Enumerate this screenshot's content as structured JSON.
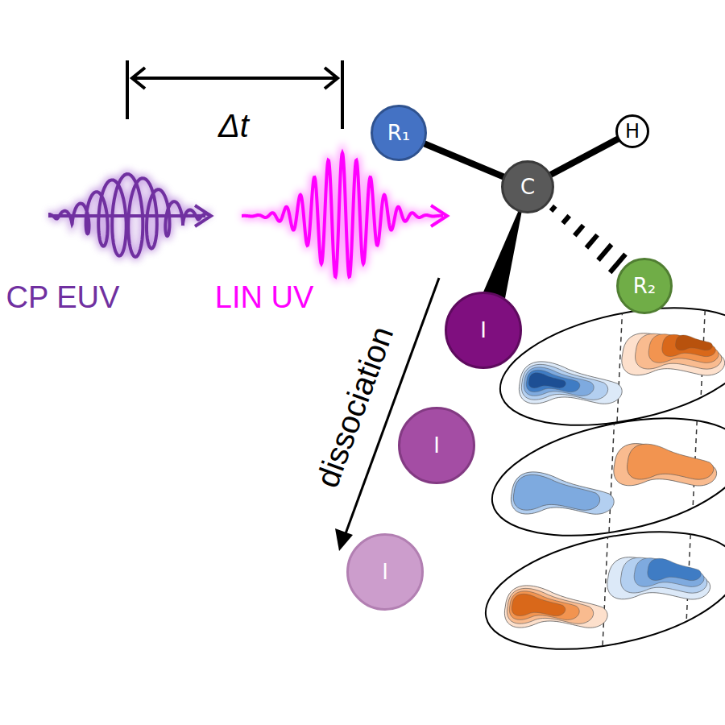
{
  "diagram": {
    "nodes": [
      {
        "text": [
          "R₁"
        ]
      },
      {
        "text": [
          "C"
        ]
      },
      {
        "text": [
          "H"
        ]
      },
      {
        "text": [
          "R₂"
        ]
      },
      {
        "text": [
          "I"
        ]
      },
      {
        "text": [
          "I"
        ]
      },
      {
        "text": [
          "I"
        ]
      }
    ],
    "edges": [
      {
        "from": 0,
        "to": 1,
        "arrow": "none"
      },
      {
        "from": 1,
        "to": 2,
        "arrow": "none"
      },
      {
        "from": 1,
        "to": 4,
        "arrow": "none"
      },
      {
        "from": 1,
        "to": 3,
        "arrow": "none"
      }
    ],
    "labels": [
      "Δt",
      "CP EUV",
      "LIN UV",
      "dissociation"
    ]
  }
}
